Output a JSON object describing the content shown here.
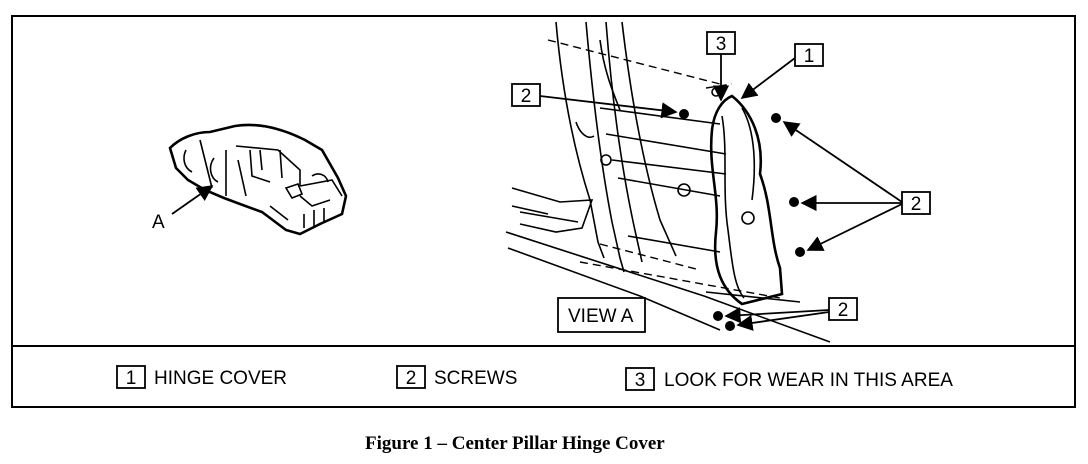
{
  "view_label": "VIEW A",
  "locator_label": "A",
  "callouts": [
    "1",
    "2",
    "2",
    "2",
    "3"
  ],
  "legend": [
    {
      "num": "1",
      "text": "HINGE COVER"
    },
    {
      "num": "2",
      "text": "SCREWS"
    },
    {
      "num": "3",
      "text": "LOOK FOR WEAR IN THIS AREA"
    }
  ],
  "caption": "Figure 1 – Center Pillar Hinge Cover"
}
